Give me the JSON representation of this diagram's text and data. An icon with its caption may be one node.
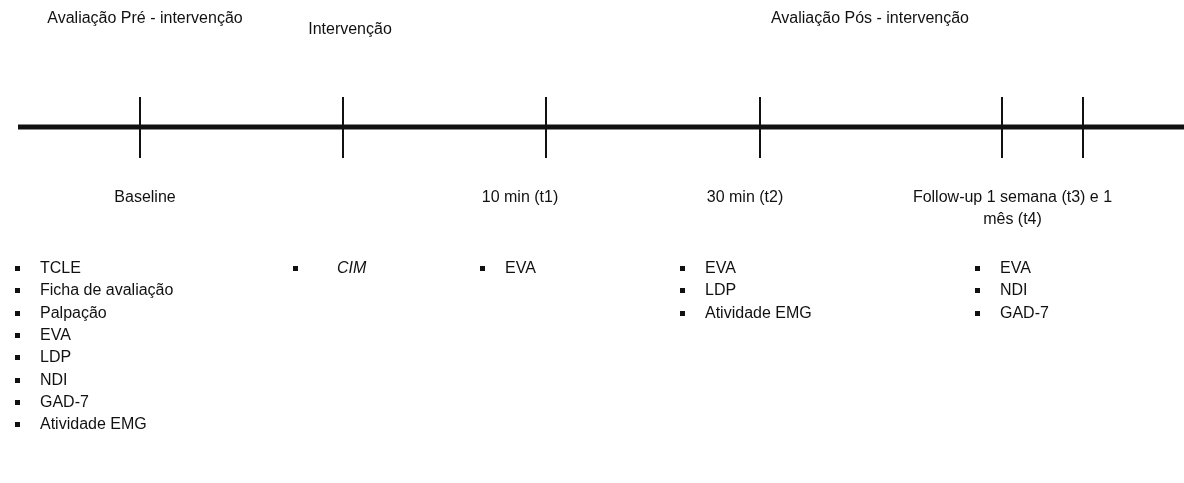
{
  "diagram": {
    "labels": [
      "Avaliação Pré - intervenção",
      "Intervenção",
      "Avaliação Pós - intervenção",
      "Baseline",
      "10 min (t1)",
      "30 min (t2)",
      "Follow-up 1 semana (t3) e 1 mês (t4)",
      "TCLE",
      "Ficha de avaliação",
      "Palpação",
      "EVA",
      "LDP",
      "NDI",
      "GAD-7",
      "Atividade EMG",
      "CIM",
      "EVA",
      "EVA",
      "LDP",
      "Atividade EMG",
      "EVA",
      "NDI",
      "GAD-7"
    ]
  }
}
